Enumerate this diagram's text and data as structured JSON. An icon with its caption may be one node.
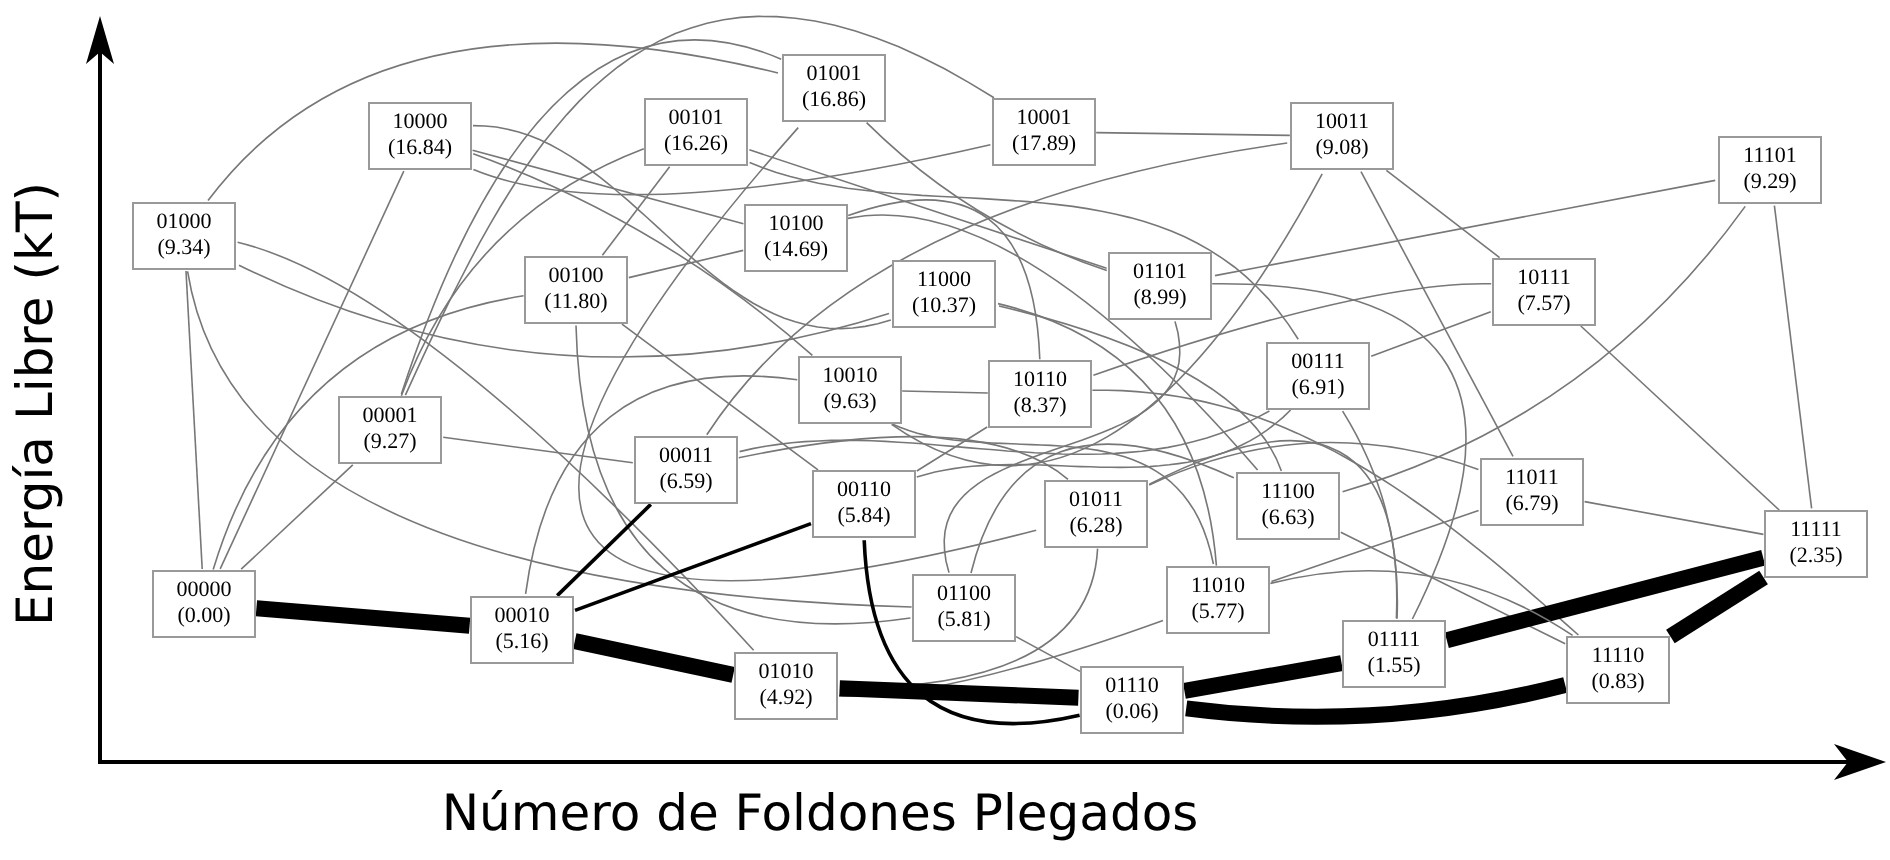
{
  "diagram": {
    "nodes": [
      {
        "text": [
          "01001",
          "(16.86)"
        ]
      },
      {
        "text": [
          "10000",
          "(16.84)"
        ]
      },
      {
        "text": [
          "00101",
          "(16.26)"
        ]
      },
      {
        "text": [
          "10001",
          "(17.89)"
        ]
      },
      {
        "text": [
          "10011",
          "(9.08)"
        ]
      },
      {
        "text": [
          "11101",
          "(9.29)"
        ]
      },
      {
        "text": [
          "01000",
          "(9.34)"
        ]
      },
      {
        "text": [
          "10100",
          "(14.69)"
        ]
      },
      {
        "text": [
          "00100",
          "(11.80)"
        ]
      },
      {
        "text": [
          "11000",
          "(10.37)"
        ]
      },
      {
        "text": [
          "01101",
          "(8.99)"
        ]
      },
      {
        "text": [
          "10111",
          "(7.57)"
        ]
      },
      {
        "text": [
          "10010",
          "(9.63)"
        ]
      },
      {
        "text": [
          "10110",
          "(8.37)"
        ]
      },
      {
        "text": [
          "00111",
          "(6.91)"
        ]
      },
      {
        "text": [
          "00001",
          "(9.27)"
        ]
      },
      {
        "text": [
          "00011",
          "(6.59)"
        ]
      },
      {
        "text": [
          "00110",
          "(5.84)"
        ]
      },
      {
        "text": [
          "01011",
          "(6.28)"
        ]
      },
      {
        "text": [
          "11100",
          "(6.63)"
        ]
      },
      {
        "text": [
          "11011",
          "(6.79)"
        ]
      },
      {
        "text": [
          "11111",
          "(2.35)"
        ]
      },
      {
        "text": [
          "00000",
          "(0.00)"
        ]
      },
      {
        "text": [
          "00010",
          "(5.16)"
        ]
      },
      {
        "text": [
          "01100",
          "(5.81)"
        ]
      },
      {
        "text": [
          "11010",
          "(5.77)"
        ]
      },
      {
        "text": [
          "01111",
          "(1.55)"
        ]
      },
      {
        "text": [
          "11110",
          "(0.83)"
        ]
      },
      {
        "text": [
          "01010",
          "(4.92)"
        ]
      },
      {
        "text": [
          "01110",
          "(0.06)"
        ]
      }
    ],
    "edges": [
      {
        "from": 0,
        "to": 15,
        "arrow": "none"
      },
      {
        "from": 0,
        "to": 10,
        "arrow": "none"
      },
      {
        "from": 0,
        "to": 18,
        "arrow": "none"
      },
      {
        "from": 0,
        "to": 6,
        "arrow": "none"
      },
      {
        "from": 1,
        "to": 22,
        "arrow": "none"
      },
      {
        "from": 1,
        "to": 9,
        "arrow": "none"
      },
      {
        "from": 1,
        "to": 7,
        "arrow": "none"
      },
      {
        "from": 1,
        "to": 12,
        "arrow": "none"
      },
      {
        "from": 1,
        "to": 3,
        "arrow": "none"
      },
      {
        "from": 2,
        "to": 10,
        "arrow": "none"
      },
      {
        "from": 2,
        "to": 15,
        "arrow": "none"
      },
      {
        "from": 2,
        "to": 14,
        "arrow": "none"
      },
      {
        "from": 2,
        "to": 8,
        "arrow": "none"
      },
      {
        "from": 3,
        "to": 15,
        "arrow": "none"
      },
      {
        "from": 3,
        "to": 4,
        "arrow": "none"
      },
      {
        "from": 4,
        "to": 16,
        "arrow": "none"
      },
      {
        "from": 4,
        "to": 20,
        "arrow": "none"
      },
      {
        "from": 4,
        "to": 11,
        "arrow": "none"
      },
      {
        "from": 4,
        "to": 12,
        "arrow": "none"
      },
      {
        "from": 5,
        "to": 10,
        "arrow": "none"
      },
      {
        "from": 5,
        "to": 21,
        "arrow": "none"
      },
      {
        "from": 5,
        "to": 19,
        "arrow": "none"
      },
      {
        "from": 6,
        "to": 9,
        "arrow": "none"
      },
      {
        "from": 6,
        "to": 22,
        "arrow": "none"
      },
      {
        "from": 6,
        "to": 24,
        "arrow": "none"
      },
      {
        "from": 6,
        "to": 28,
        "arrow": "none"
      },
      {
        "from": 7,
        "to": 8,
        "arrow": "none"
      },
      {
        "from": 7,
        "to": 19,
        "arrow": "none"
      },
      {
        "from": 7,
        "to": 13,
        "arrow": "none"
      },
      {
        "from": 8,
        "to": 24,
        "arrow": "none"
      },
      {
        "from": 8,
        "to": 22,
        "arrow": "none"
      },
      {
        "from": 8,
        "to": 17,
        "arrow": "none"
      },
      {
        "from": 9,
        "to": 19,
        "arrow": "none"
      },
      {
        "from": 9,
        "to": 25,
        "arrow": "none"
      },
      {
        "from": 10,
        "to": 26,
        "arrow": "none"
      },
      {
        "from": 10,
        "to": 24,
        "arrow": "none"
      },
      {
        "from": 11,
        "to": 14,
        "arrow": "none"
      },
      {
        "from": 11,
        "to": 21,
        "arrow": "none"
      },
      {
        "from": 11,
        "to": 13,
        "arrow": "none"
      },
      {
        "from": 12,
        "to": 23,
        "arrow": "none"
      },
      {
        "from": 12,
        "to": 25,
        "arrow": "none"
      },
      {
        "from": 12,
        "to": 13,
        "arrow": "none"
      },
      {
        "from": 13,
        "to": 17,
        "arrow": "none"
      },
      {
        "from": 13,
        "to": 27,
        "arrow": "none"
      },
      {
        "from": 14,
        "to": 26,
        "arrow": "none"
      },
      {
        "from": 14,
        "to": 16,
        "arrow": "none"
      },
      {
        "from": 14,
        "to": 17,
        "arrow": "none"
      },
      {
        "from": 15,
        "to": 16,
        "arrow": "none"
      },
      {
        "from": 15,
        "to": 22,
        "arrow": "none"
      },
      {
        "from": 16,
        "to": 18,
        "arrow": "none"
      },
      {
        "from": 16,
        "to": 23,
        "arrow": "none",
        "color": "#000000"
      },
      {
        "from": 17,
        "to": 29,
        "arrow": "none",
        "color": "#000000"
      },
      {
        "from": 17,
        "to": 23,
        "arrow": "none",
        "color": "#000000"
      },
      {
        "from": 18,
        "to": 20,
        "arrow": "none"
      },
      {
        "from": 18,
        "to": 26,
        "arrow": "none"
      },
      {
        "from": 18,
        "to": 28,
        "arrow": "none"
      },
      {
        "from": 19,
        "to": 24,
        "arrow": "none"
      },
      {
        "from": 19,
        "to": 27,
        "arrow": "none"
      },
      {
        "from": 20,
        "to": 21,
        "arrow": "none"
      },
      {
        "from": 20,
        "to": 25,
        "arrow": "none"
      },
      {
        "from": 21,
        "to": 26,
        "arrow": "none",
        "style": "thick",
        "color": "#000000"
      },
      {
        "from": 21,
        "to": 27,
        "arrow": "none",
        "style": "thick",
        "color": "#000000"
      },
      {
        "from": 22,
        "to": 23,
        "arrow": "none",
        "style": "thick",
        "color": "#000000"
      },
      {
        "from": 23,
        "to": 28,
        "arrow": "none",
        "style": "thick",
        "color": "#000000"
      },
      {
        "from": 24,
        "to": 29,
        "arrow": "none"
      },
      {
        "from": 25,
        "to": 28,
        "arrow": "none"
      },
      {
        "from": 25,
        "to": 27,
        "arrow": "none"
      },
      {
        "from": 26,
        "to": 29,
        "arrow": "none",
        "style": "thick",
        "color": "#000000"
      },
      {
        "from": 27,
        "to": 29,
        "arrow": "none",
        "style": "thick",
        "color": "#000000"
      },
      {
        "from": 28,
        "to": 29,
        "arrow": "none",
        "style": "thick",
        "color": "#000000"
      }
    ],
    "labels": [
      "Energía Libre (kT)",
      "Número de Foldones Plegados"
    ]
  }
}
